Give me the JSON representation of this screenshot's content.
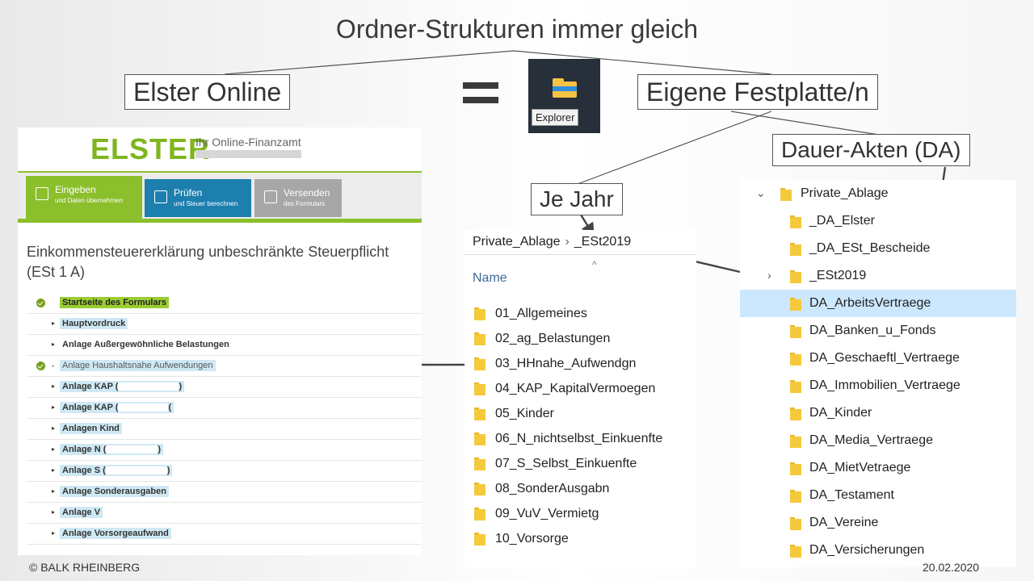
{
  "slide": {
    "title": "Ordner-Strukturen immer gleich",
    "label_elster": "Elster Online",
    "label_festplatte": "Eigene Festplatte/n",
    "label_dauer": "Dauer-Akten (DA)",
    "label_jahr": "Je Jahr",
    "equals": "=",
    "footer_left": "© BALK RHEINBERG",
    "footer_right": "20.02.2020"
  },
  "taskbar": {
    "explorer_tooltip": "Explorer",
    "icon": "file-explorer-icon"
  },
  "elster": {
    "logo": "ELSTER",
    "subtitle": "Ihr Online-Finanzamt",
    "steps": [
      {
        "title": "Eingeben",
        "sub": "und Daten übernehmen",
        "icon": "edit-icon"
      },
      {
        "title": "Prüfen",
        "sub": "und Steuer berechnen",
        "icon": "check-list-icon"
      },
      {
        "title": "Versenden",
        "sub": "des Formulars",
        "icon": "send-mail-icon"
      }
    ],
    "form_title": "Einkommensteuererklärung unbeschränkte Steuerpflicht (ESt 1 A)",
    "items": [
      {
        "label": "Startseite des Formulars"
      },
      {
        "label": "Hauptvordruck"
      },
      {
        "label": "Anlage Außergewöhnliche Belastungen"
      },
      {
        "label": "Anlage Haushaltsnahe Aufwendungen"
      },
      {
        "label": "Anlage KAP (",
        "suffix": ")"
      },
      {
        "label": "Anlage KAP (",
        "suffix": "("
      },
      {
        "label": "Anlagen Kind"
      },
      {
        "label": "Anlage N (",
        "suffix": ")"
      },
      {
        "label": "Anlage S (",
        "suffix": ")"
      },
      {
        "label": "Anlage Sonderausgaben"
      },
      {
        "label": "Anlage V"
      },
      {
        "label": "Anlage Vorsorgeaufwand"
      }
    ]
  },
  "explorer_year": {
    "breadcrumb": [
      "Private_Ablage",
      "_ESt2019"
    ],
    "column": "Name",
    "folders": [
      "01_Allgemeines",
      "02_ag_Belastungen",
      "03_HHnahe_Aufwendgn",
      "04_KAP_KapitalVermoegen",
      "05_Kinder",
      "06_N_nichtselbst_Einkuenfte",
      "07_S_Selbst_Einkuenfte",
      "08_SonderAusgabn",
      "09_VuV_Vermietg",
      "10_Vorsorge"
    ]
  },
  "explorer_tree": {
    "root": "Private_Ablage",
    "children": [
      "_DA_Elster",
      "_DA_ESt_Bescheide",
      "_ESt2019",
      "DA_ArbeitsVertraege",
      "DA_Banken_u_Fonds",
      "DA_Geschaeftl_Vertraege",
      "DA_Immobilien_Vertraege",
      "DA_Kinder",
      "DA_Media_Vertraege",
      "DA_MietVetraege",
      "DA_Testament",
      "DA_Vereine",
      "DA_Versicherungen"
    ],
    "selected": "DA_ArbeitsVertraege"
  },
  "colors": {
    "elster_green": "#8bbf2b",
    "elster_blue": "#1d7fae",
    "elster_gray": "#a7a7a7",
    "selection": "#cce8ff",
    "folder": "#f5c93c"
  }
}
